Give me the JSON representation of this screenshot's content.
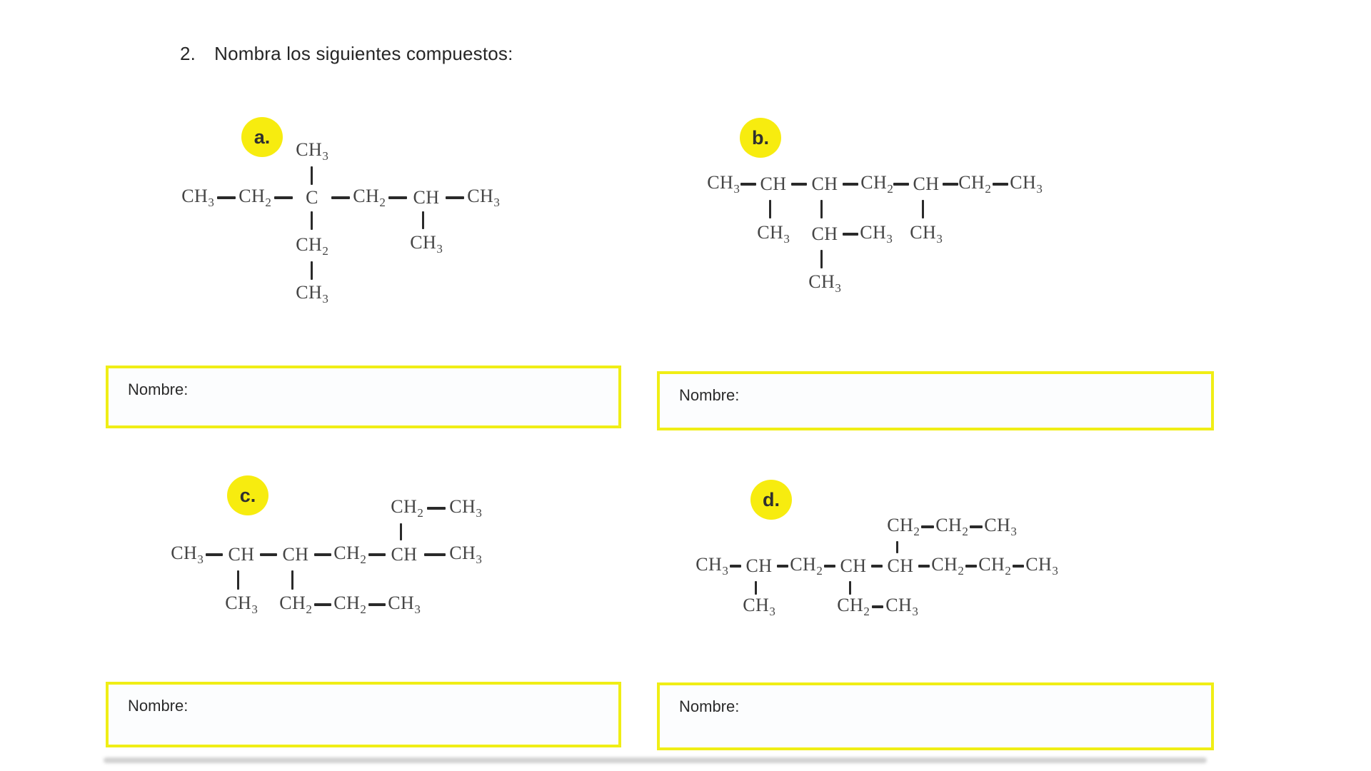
{
  "title": {
    "number": "2.",
    "text": "Nombra los siguientes compuestos:"
  },
  "answer_box_label": "Nombre:",
  "colors": {
    "badge_yellow": "#f7ec0f",
    "box_border_yellow": "#f0ee15",
    "formula_text": "#454545",
    "bond_black": "#2a2a2a",
    "page_background": "#ffffff"
  },
  "structures": {
    "a": {
      "badge": "a.",
      "top": [
        "CH3"
      ],
      "main": [
        "CH3",
        "CH2",
        "C",
        "CH2",
        "CH",
        "CH3"
      ],
      "below_c3": [
        "CH2",
        "CH3"
      ],
      "below_c5": [
        "CH3"
      ]
    },
    "b": {
      "badge": "b.",
      "main": [
        "CH3",
        "CH",
        "CH",
        "CH2",
        "CH",
        "CH2",
        "CH3"
      ],
      "branch_row1": [
        "CH3",
        "CH",
        "CH3",
        "CH3"
      ],
      "branch_row2": [
        "CH3"
      ]
    },
    "c": {
      "badge": "c.",
      "top": [
        "CH2",
        "CH3"
      ],
      "main": [
        "CH3",
        "CH",
        "CH",
        "CH2",
        "CH",
        "CH3"
      ],
      "bottom": [
        "CH3",
        "CH2",
        "CH2",
        "CH3"
      ]
    },
    "d": {
      "badge": "d.",
      "top": [
        "CH2",
        "CH2",
        "CH3"
      ],
      "main": [
        "CH3",
        "CH",
        "CH2",
        "CH",
        "CH",
        "CH2",
        "CH2",
        "CH3"
      ],
      "bottom": [
        "CH3",
        "CH2",
        "CH3"
      ]
    }
  }
}
